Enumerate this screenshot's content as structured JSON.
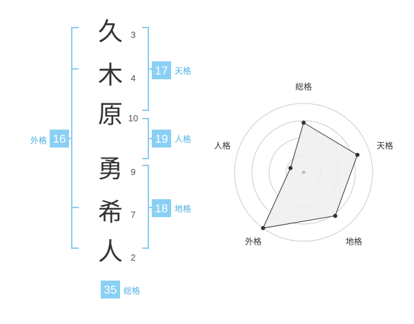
{
  "colors": {
    "bracket": "#8cccf0",
    "badge_bg": "#8ad0f5",
    "badge_label": "#4fb0e6",
    "ring": "#cccccc",
    "radar_fill": "#eeeeee",
    "radar_line": "#333333"
  },
  "name": {
    "surname": [
      {
        "char": "久",
        "strokes": "3"
      },
      {
        "char": "木",
        "strokes": "4"
      },
      {
        "char": "原",
        "strokes": "10"
      }
    ],
    "given": [
      {
        "char": "勇",
        "strokes": "9"
      },
      {
        "char": "希",
        "strokes": "7"
      },
      {
        "char": "人",
        "strokes": "2"
      }
    ]
  },
  "scores": {
    "tenkaku": {
      "value": "17",
      "label": "天格"
    },
    "jinkaku": {
      "value": "19",
      "label": "人格"
    },
    "chikaku": {
      "value": "18",
      "label": "地格"
    },
    "gaikaku": {
      "value": "16",
      "label": "外格"
    },
    "soukaku": {
      "value": "35",
      "label": "総格"
    }
  },
  "chart_data": {
    "type": "radar",
    "axes": [
      "総格",
      "天格",
      "地格",
      "外格",
      "人格"
    ],
    "values": [
      0.72,
      0.82,
      0.78,
      1.0,
      0.2
    ],
    "max": 1,
    "rings": 4
  }
}
